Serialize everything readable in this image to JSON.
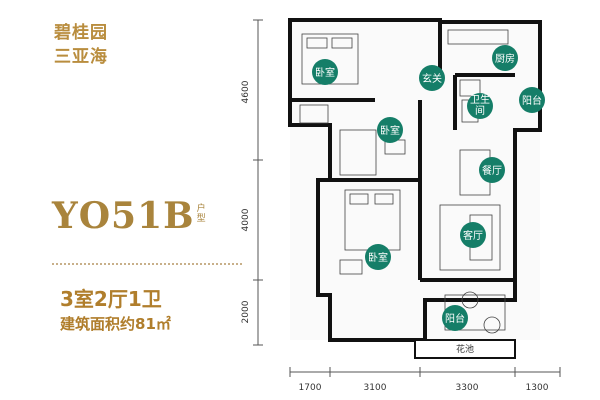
{
  "brand": {
    "line1": "碧桂园",
    "line2": "三亚海"
  },
  "model": {
    "code": "YO51B",
    "suffix_top": "户",
    "suffix_bottom": "型"
  },
  "summary": {
    "layout": "3室2厅1卫",
    "area": "建筑面积约81㎡"
  },
  "rooms": {
    "bedroom_top": "卧室",
    "foyer": "玄关",
    "kitchen": "厨房",
    "bathroom_line1": "卫生",
    "bathroom_line2": "间",
    "balcony_right": "阳台",
    "bedroom_middle": "卧室",
    "dining": "餐厅",
    "living": "客厅",
    "bedroom_bottom": "卧室",
    "balcony_bottom": "阳台",
    "flower_bed": "花池"
  },
  "dimensions": {
    "left": [
      "4600",
      "4000",
      "2000"
    ],
    "bottom": [
      "1700",
      "3100",
      "3300",
      "1300"
    ]
  },
  "colors": {
    "accent": "#157e68",
    "brand_gold": "#b07e2c"
  }
}
